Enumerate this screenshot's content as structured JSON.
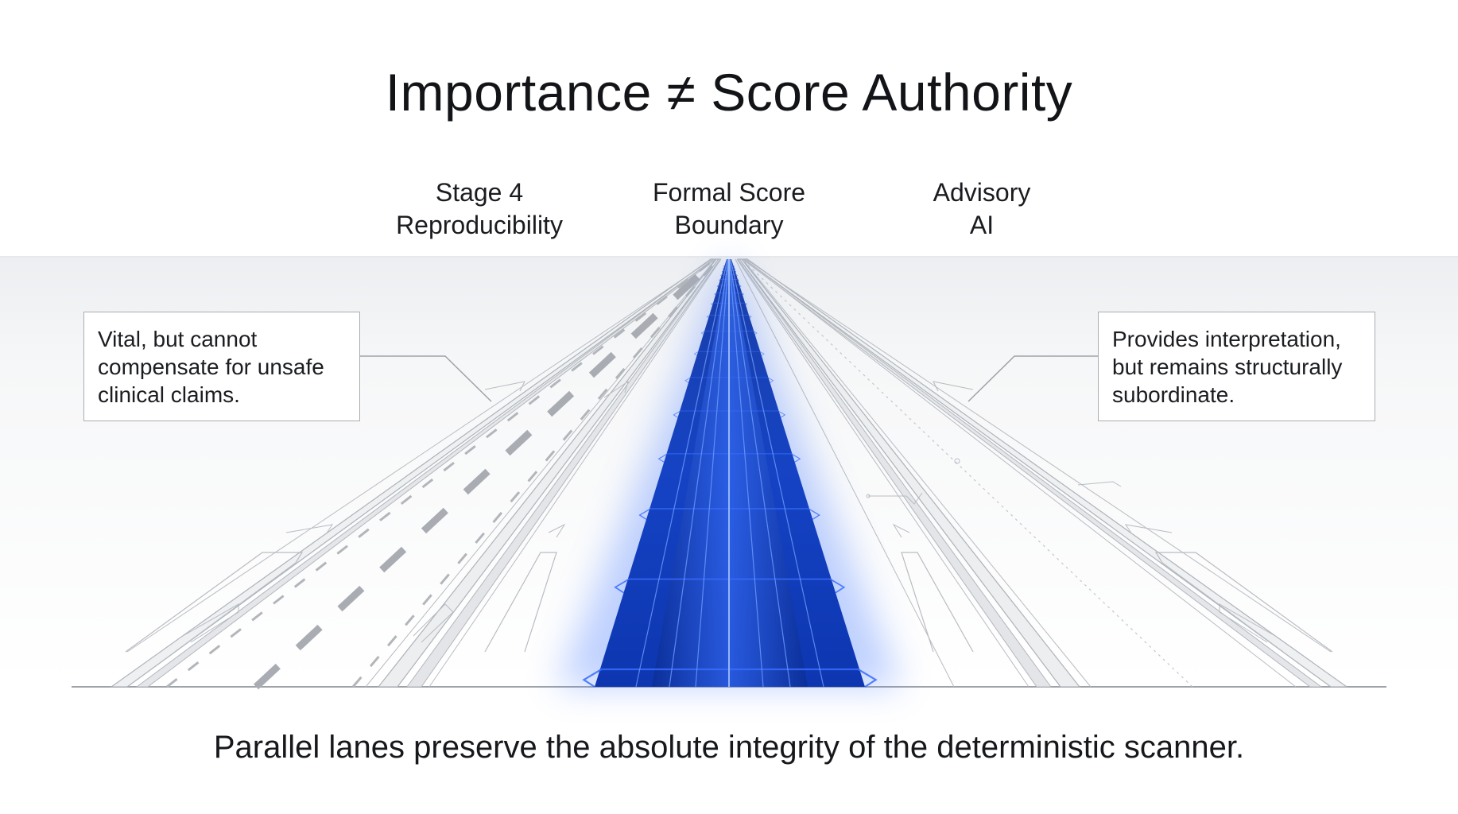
{
  "title": "Importance ≠ Score Authority",
  "lanes": {
    "left": {
      "line1": "Stage 4",
      "line2": "Reproducibility"
    },
    "center": {
      "line1": "Formal Score",
      "line2": "Boundary"
    },
    "right": {
      "line1": "Advisory",
      "line2": "AI"
    }
  },
  "callouts": {
    "left": {
      "line1": "Vital, but cannot",
      "line2": "compensate for unsafe",
      "line3": "clinical claims."
    },
    "right": {
      "line1": "Provides interpretation,",
      "line2": "but remains structurally",
      "line3": "subordinate."
    }
  },
  "caption": "Parallel lanes preserve the absolute integrity of the deterministic scanner.",
  "colors": {
    "center_lane": "#1340b8",
    "center_lane_dark": "#0a2a8a",
    "center_glow": "#3a6cff",
    "side_lanes": "#b8bcc2",
    "background": "#ffffff"
  }
}
